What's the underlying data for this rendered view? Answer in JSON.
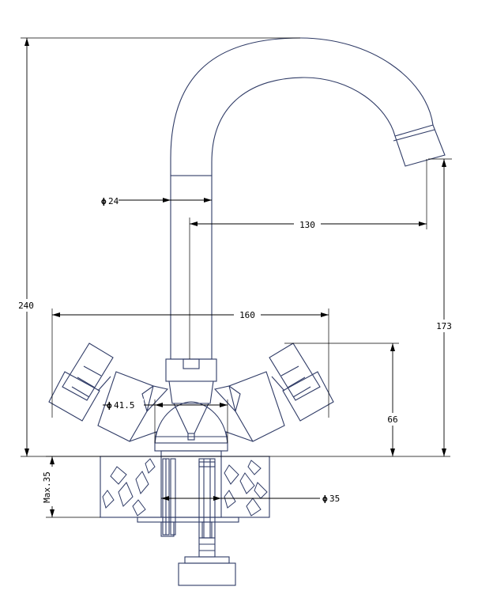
{
  "dimensions": {
    "height_total": "240",
    "spout_height": "173",
    "handle_height": "66",
    "max_thickness": "Max.35",
    "spout_diameter": "24",
    "spout_reach": "130",
    "handle_span": "160",
    "base_diameter": "41.5",
    "hole_diameter": "35"
  },
  "symbols": {
    "diameter": "ϕ"
  },
  "colors": {
    "outline": "#2f3b66",
    "dimension": "#000000"
  }
}
